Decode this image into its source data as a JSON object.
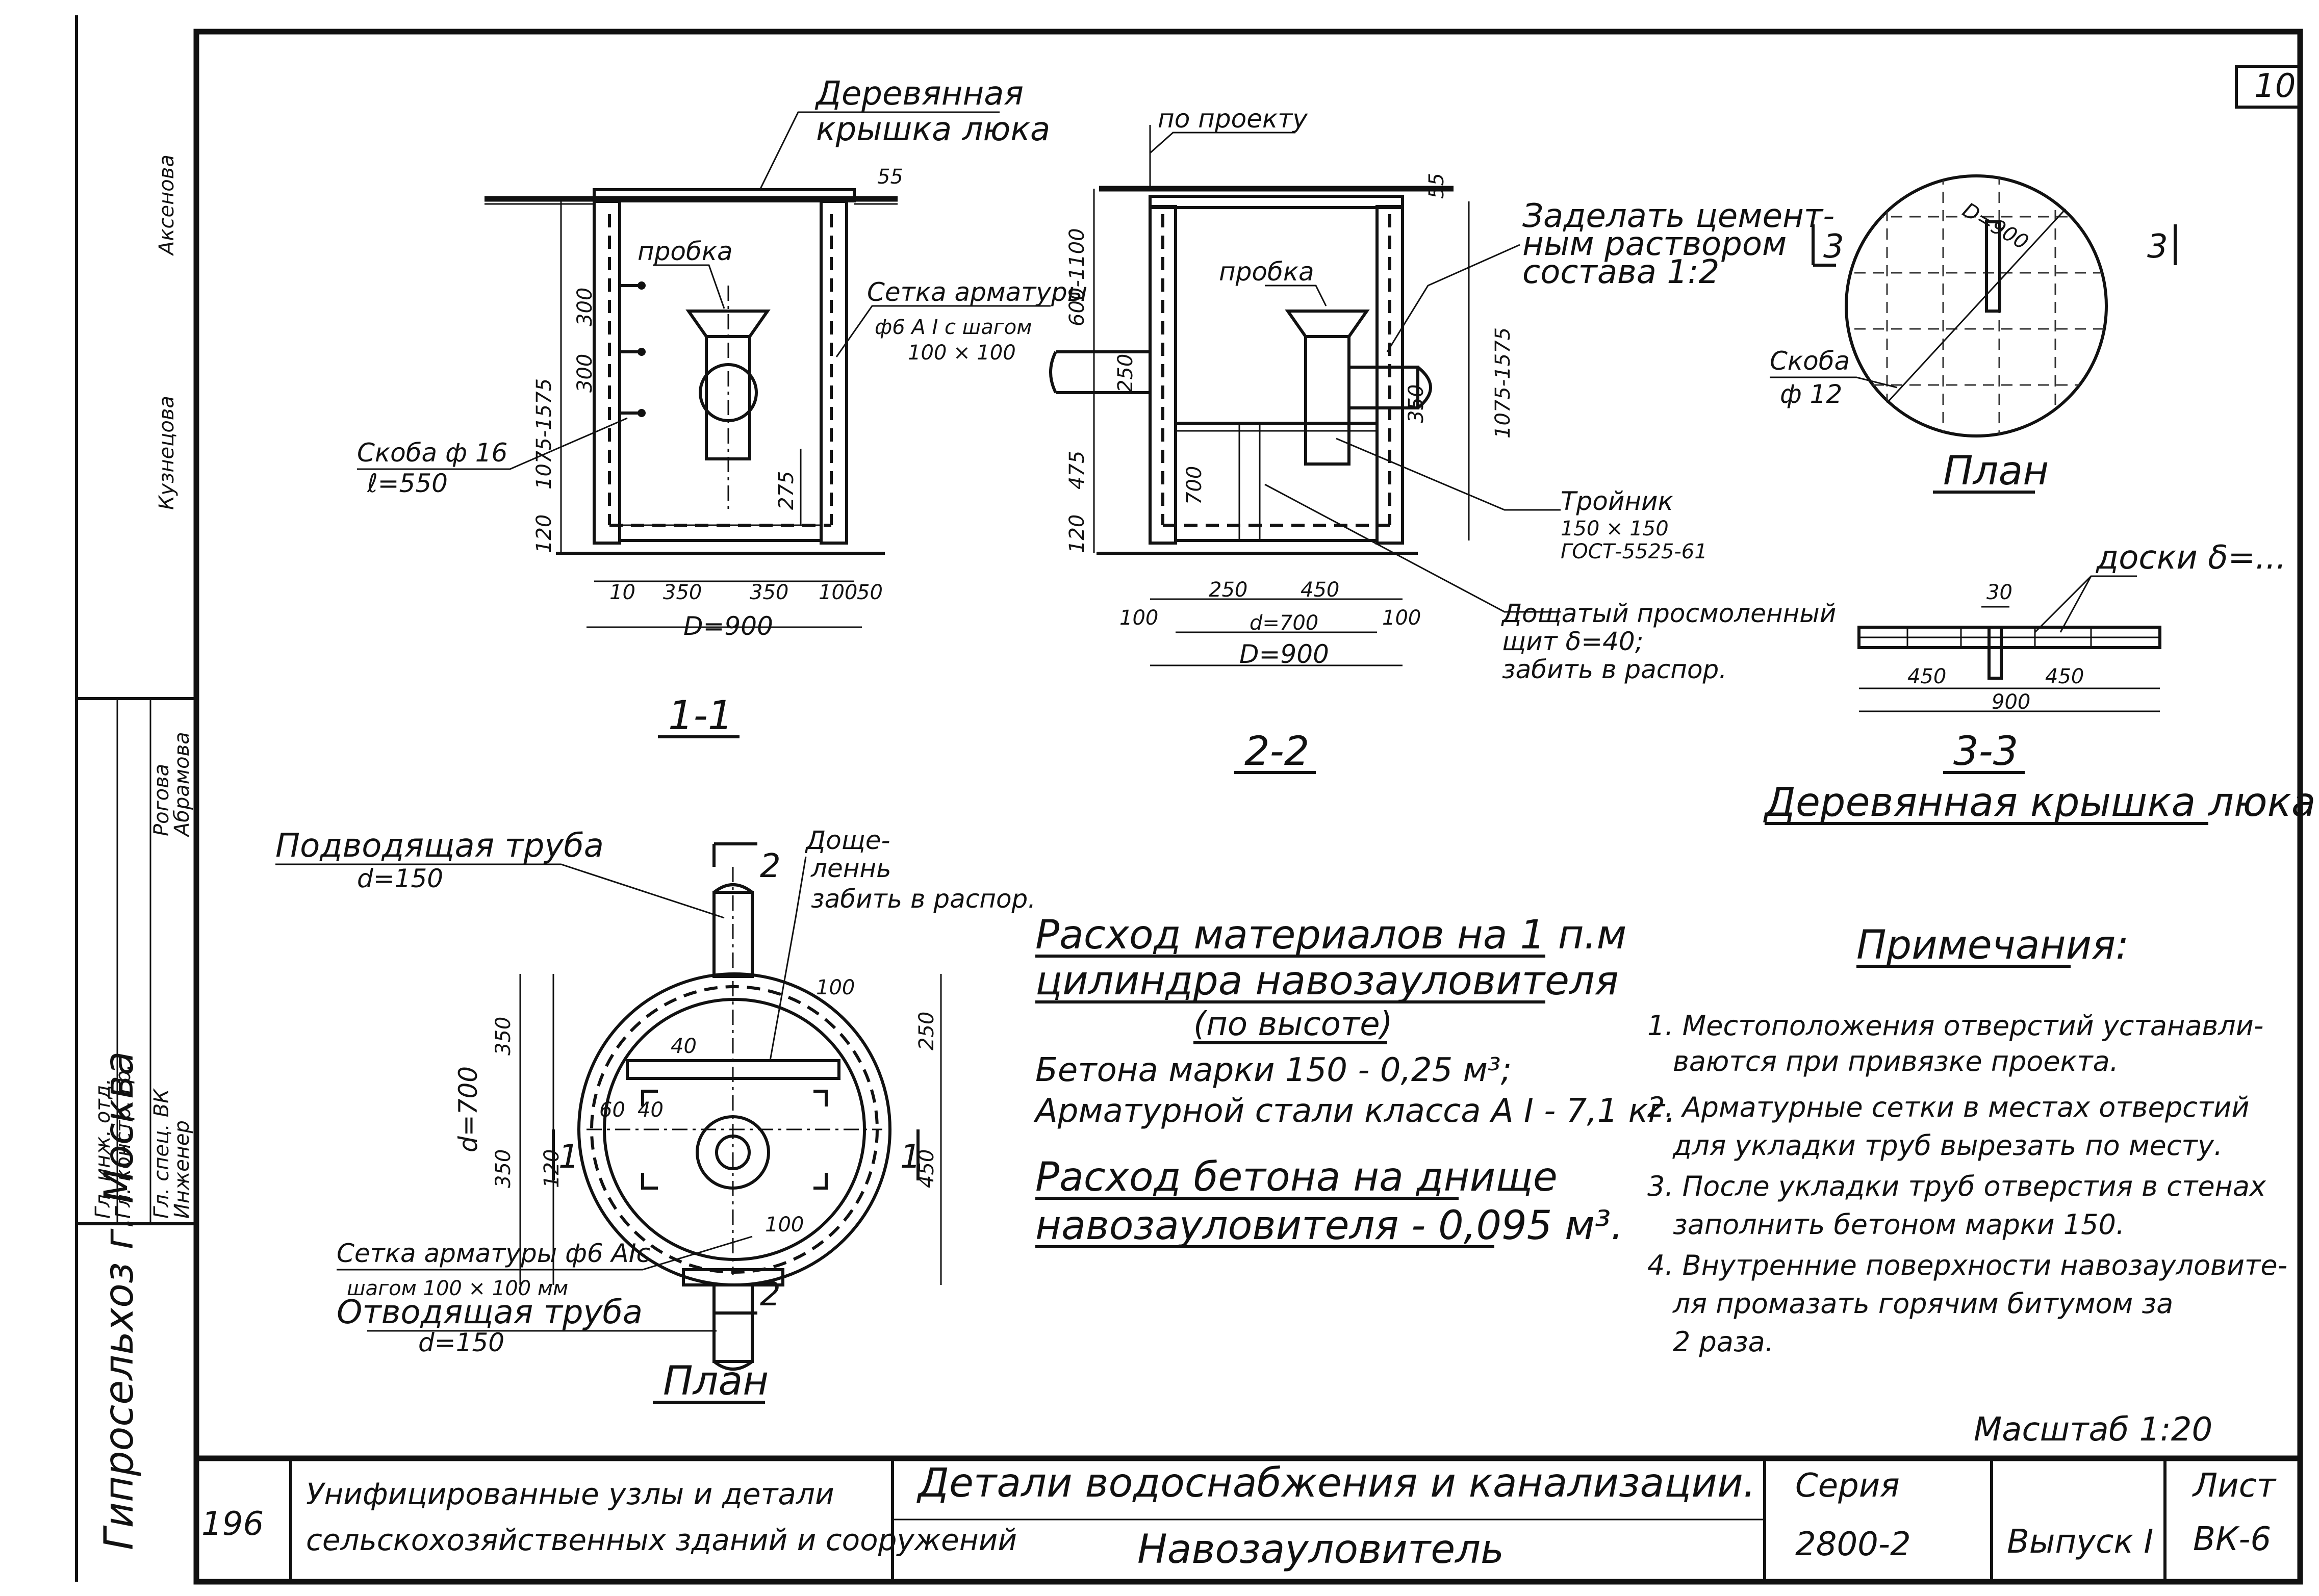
{
  "sheet_number_corner": "10",
  "section_1_1": {
    "title": "1-1",
    "label_lid": "Деревянная\nкрышка люка",
    "label_plug": "пробка",
    "label_mesh": "Сетка арматуры\nф6 А I с шагом\n100 × 100",
    "label_bracket": "Скоба ф 16\nℓ=550",
    "dims": {
      "lid_thickness": "55",
      "height_range": "1075-1575",
      "step_300a": "300",
      "step_300b": "300",
      "bottom_120": "120",
      "pipe_275": "275",
      "w_10": "10",
      "w_350a": "350",
      "w_350b": "350",
      "w_100": "100",
      "w_50": "50",
      "diameter": "D=900"
    }
  },
  "section_2_2": {
    "title": "2-2",
    "label_by_design": "по проекту",
    "label_plug": "пробка",
    "label_seal": "Заделать цемент-\nным раствором\nсостава 1:2",
    "label_tee": "Тройник\n150 × 150\nГОСТ-5525-61",
    "label_board": "Дощатый просмоленный\nщит δ=40;\nзабить в распор.",
    "dims": {
      "lid_thickness": "55",
      "top_range": "600-1100",
      "pipe_250": "250",
      "mid_475": "475",
      "inner_700": "700",
      "bottom_120": "120",
      "tee_350": "350",
      "height_range": "1075-1575",
      "w_100a": "100",
      "w_250": "250",
      "w_450": "450",
      "w_100b": "100",
      "inner_d": "d=700",
      "diameter": "D=900"
    }
  },
  "lid_plan": {
    "title": "План",
    "section_marker": "3",
    "diameter": "D=900",
    "label_bracket": "Скоба\nф 12"
  },
  "section_3_3": {
    "title": "3-3",
    "subtitle": "Деревянная крышка люка",
    "label_boards": "доски δ=...",
    "dims": {
      "bracket_30": "30",
      "left_450": "450",
      "right_450": "450",
      "total_900": "900"
    }
  },
  "plan": {
    "title": "План",
    "inlet_label": "Подводящая труба\nd=150",
    "outlet_label": "Отводящая труба\nd=150",
    "board_label": "Доще-\nленнь\nзабить в распор.",
    "mesh_label": "Сетка арматуры ф6 АIс\nшагом 100 × 100 мм",
    "section_marker_1": "1",
    "section_marker_2": "2",
    "dims": {
      "left_350a": "350",
      "left_350b": "350",
      "inner_d": "d=700",
      "right_250": "250",
      "right_450": "450",
      "wall_100a": "100",
      "wall_100b": "100",
      "gap_40": "40",
      "gap_60": "60",
      "gap_40b": "40",
      "gap_120": "120"
    }
  },
  "materials": {
    "heading": "Расход материалов на 1 п.м\nцилиндра навозауловителя\n(по высоте)",
    "line1": "Бетона марки 150 - 0,25 м³;",
    "line2": "Арматурной стали класса А I - 7,1 кг.",
    "bottom_heading": "Расход бетона на днище\nнавозауловителя - 0,095 м³."
  },
  "notes": {
    "heading": "Примечания:",
    "items": [
      "1. Местоположения отверстий устанавли-\nваются при привязке проекта.",
      "2. Арматурные сетки в местах отверстий\nдля укладки труб вырезать по месту.",
      "3. После укладки труб отверстия в стенах\nзаполнить бетоном марки 150.",
      "4. Внутренние поверхности навозауловите-\nля промазать горячим битумом за\n2 раза."
    ]
  },
  "scale": "Масштаб 1:20",
  "title_block": {
    "number": "196",
    "series_title": "Унифицированные узлы и детали\nсельскохозяйственных зданий и сооружений",
    "drawing_group": "Детали водоснабжения и канализации.",
    "drawing_name": "Навозауловитель",
    "series_label": "Серия",
    "series_value": "2800-2",
    "issue": "Выпуск I",
    "sheet_label": "Лист",
    "sheet_value": "ВК-6"
  },
  "side_stamp": {
    "org": "Гипросельхоз\nг. Москва",
    "roles": [
      "Гл. инж. отд.",
      "Гл. констр. гр.",
      "Гл. спец. ВК",
      "Инженер"
    ],
    "names": [
      "Рогова",
      "Абрамова",
      "Кузнецова",
      "Аксенова"
    ]
  }
}
